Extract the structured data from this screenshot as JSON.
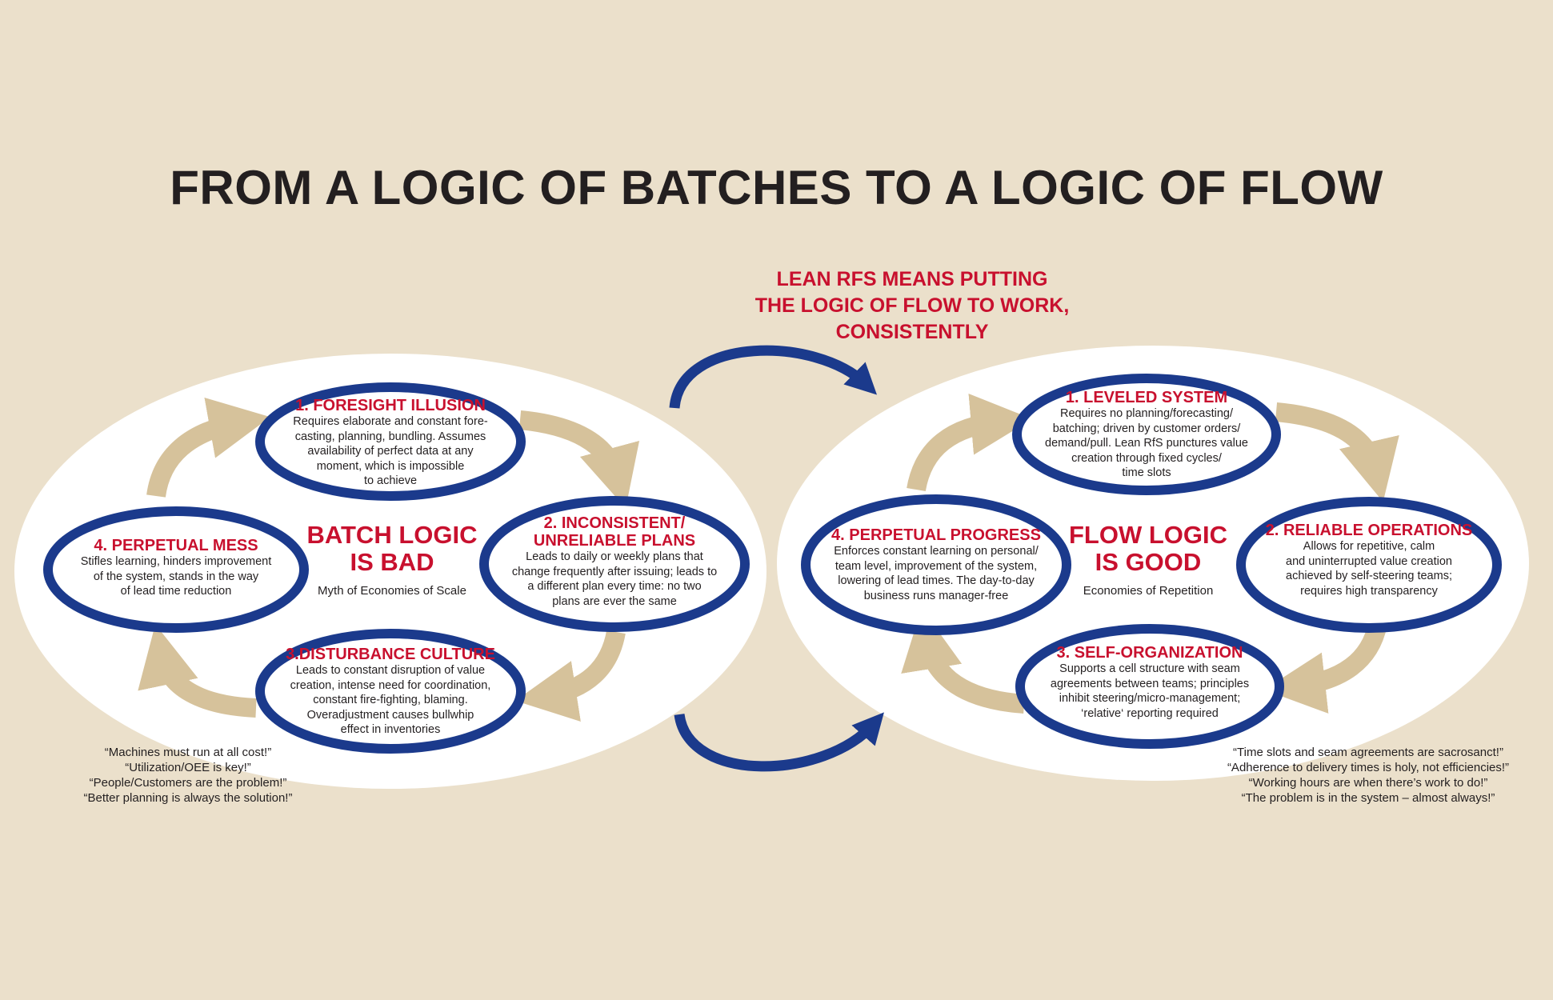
{
  "title": "FROM A LOGIC OF BATCHES TO A LOGIC OF FLOW",
  "tagline": [
    "LEAN RFS MEANS PUTTING",
    "THE LOGIC OF FLOW TO WORK,",
    "CONSISTENTLY"
  ],
  "colors": {
    "background": "#ebe0cb",
    "ring_blue": "#1b3a8c",
    "accent_red": "#c8102e",
    "arrow_tan": "#d6c29b"
  },
  "batch": {
    "center_title": [
      "BATCH LOGIC",
      "IS BAD"
    ],
    "center_subtitle": "Myth of Economies of Scale",
    "nodes": [
      {
        "title": "1. FORESIGHT ILLUSION",
        "lines": [
          "Requires elaborate and constant fore-",
          "casting, planning, bundling. Assumes",
          "availability of perfect data at any",
          "moment, which is impossible",
          "to achieve"
        ]
      },
      {
        "title": "2. INCONSISTENT/",
        "title2": "UNRELIABLE PLANS",
        "lines": [
          "Leads to daily or weekly plans that",
          "change frequently after issuing; leads to",
          "a different plan every time: no two",
          "plans are ever the same"
        ]
      },
      {
        "title": "3.DISTURBANCE CULTURE",
        "lines": [
          "Leads to constant disruption of value",
          "creation, intense need for coordination,",
          "constant fire-fighting, blaming.",
          "Overadjustment causes bullwhip",
          "effect in inventories"
        ]
      },
      {
        "title": "4. PERPETUAL MESS",
        "lines": [
          "Stifles learning, hinders improvement",
          "of the system, stands in the way",
          "of lead time reduction"
        ]
      }
    ],
    "quotes": [
      "“Machines must run at all cost!”",
      "“Utilization/OEE is key!”",
      "“People/Customers are the problem!”",
      "“Better planning is always the solution!”"
    ]
  },
  "flow": {
    "center_title": [
      "FLOW LOGIC",
      "IS GOOD"
    ],
    "center_subtitle": "Economies of Repetition",
    "nodes": [
      {
        "title": "1. LEVELED SYSTEM",
        "lines": [
          "Requires no planning/forecasting/",
          "batching; driven by customer orders/",
          "demand/pull. Lean RfS punctures value",
          "creation through fixed cycles/",
          "time slots"
        ]
      },
      {
        "title": "2. RELIABLE OPERATIONS",
        "lines": [
          "Allows for repetitive, calm",
          "and uninterrupted value creation",
          "achieved by self-steering teams;",
          "requires high transparency"
        ]
      },
      {
        "title": "3. SELF-ORGANIZATION",
        "lines": [
          "Supports a cell structure with seam",
          "agreements between teams; principles",
          "inhibit steering/micro-management;",
          "‘relative‘ reporting required"
        ]
      },
      {
        "title": "4. PERPETUAL PROGRESS",
        "lines": [
          "Enforces constant learning on personal/",
          "team level, improvement of the system,",
          "lowering of lead times. The day-to-day",
          "business runs manager-free"
        ]
      }
    ],
    "quotes": [
      "“Time slots and seam agreements are sacrosanct!”",
      "“Adherence to delivery times is holy, not efficiencies!”",
      "“Working hours are when there’s work to do!”",
      "“The problem is in the system – almost always!”"
    ]
  }
}
